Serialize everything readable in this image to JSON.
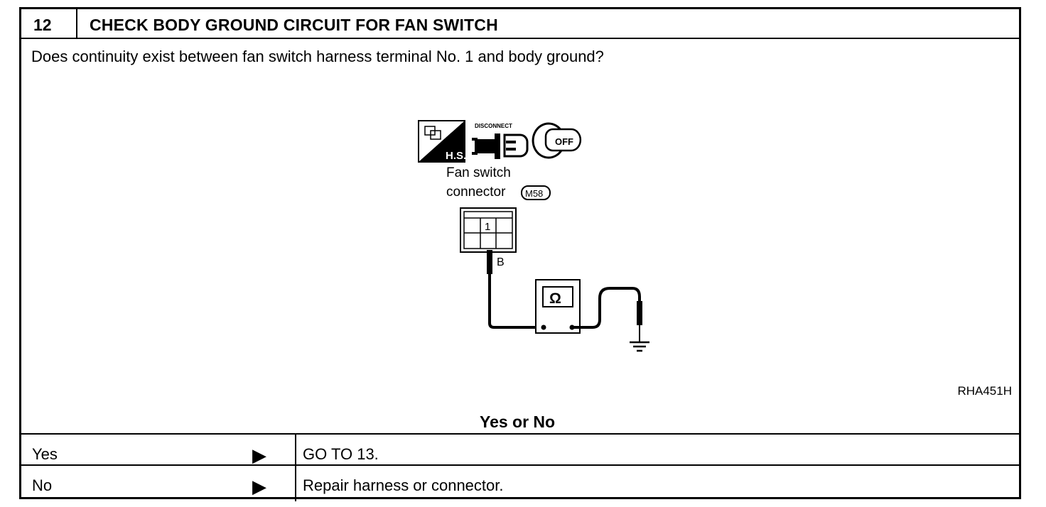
{
  "step": {
    "number": "12",
    "title": "CHECK BODY GROUND CIRCUIT FOR FAN SWITCH"
  },
  "question": "Does continuity exist between fan switch harness terminal No. 1 and body ground?",
  "diagram": {
    "icons": {
      "hs": "H.S.",
      "disconnect": "DISCONNECT",
      "ignition_key": "OFF"
    },
    "connector_label_line1": "Fan  switch",
    "connector_label_line2": "connector",
    "connector_code": "M58",
    "terminal_number": "1",
    "wire_color": "B",
    "meter_symbol": "Ω",
    "figure_id": "RHA451H"
  },
  "decision_header": "Yes or No",
  "outcomes": [
    {
      "label": "Yes",
      "arrow": "▶",
      "result": "GO TO 13."
    },
    {
      "label": "No",
      "arrow": "▶",
      "result": "Repair harness or connector."
    }
  ]
}
